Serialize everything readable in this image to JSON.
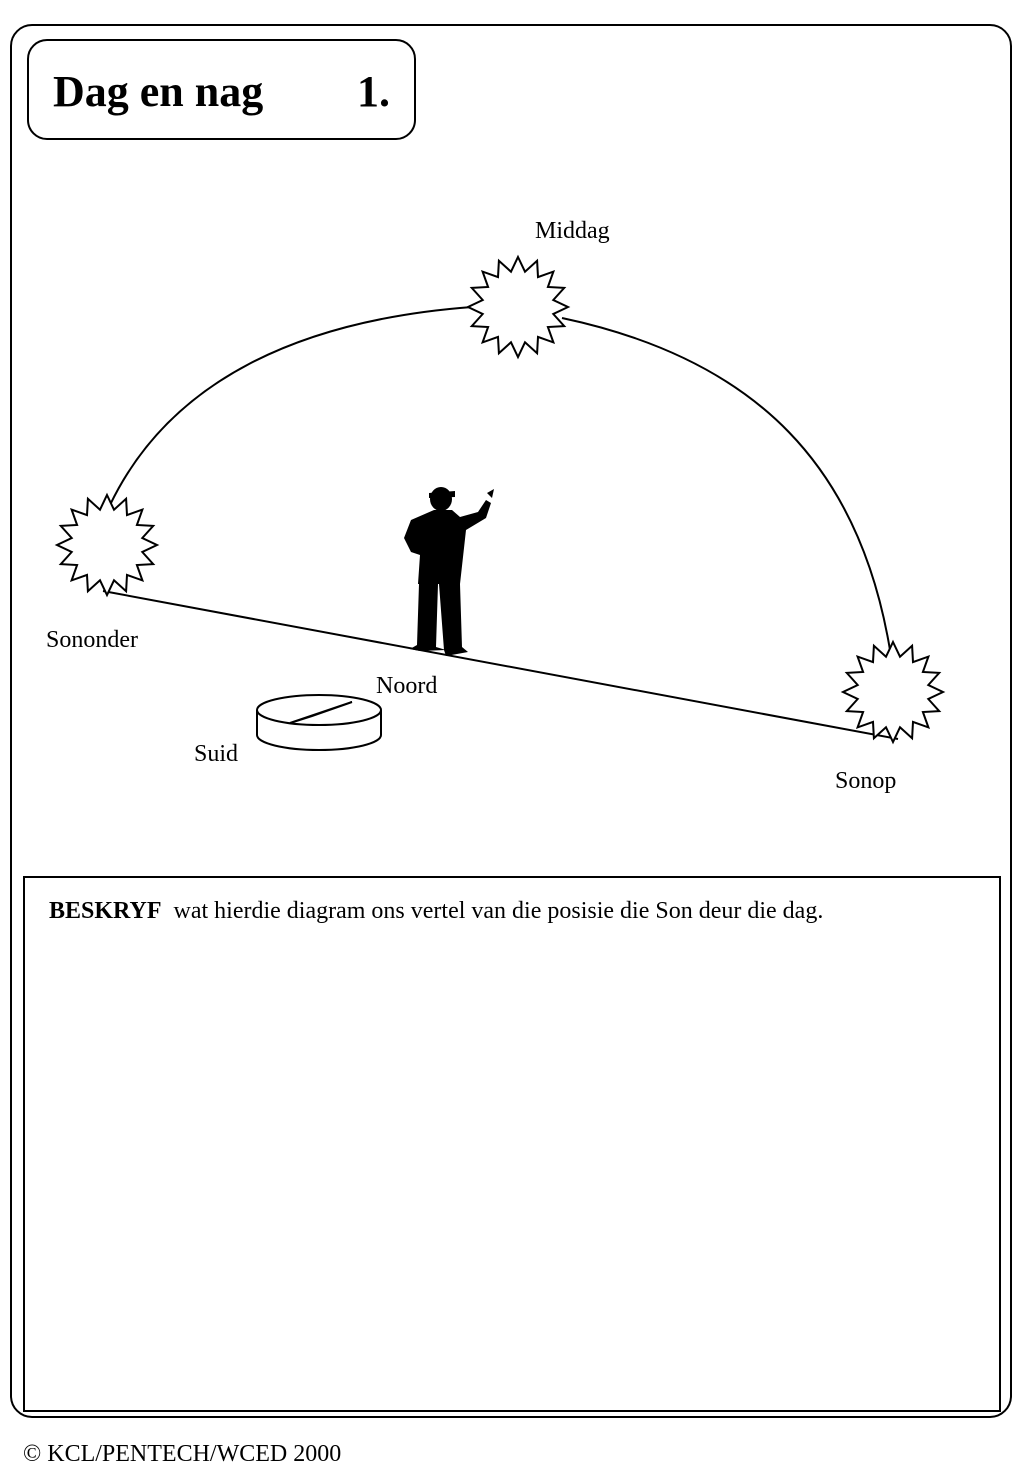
{
  "header": {
    "title": "Dag en nag",
    "number": "1."
  },
  "diagram": {
    "labels": {
      "noon": "Middag",
      "sunset": "Sononder",
      "sunrise": "Sonop",
      "north": "Noord",
      "south": "Suid"
    }
  },
  "task": {
    "keyword": "BESKRYF",
    "text": "wat hierdie diagram ons vertel van die posisie die Son deur die dag."
  },
  "footer": {
    "copyright": "© KCL/PENTECH/WCED 2000"
  }
}
